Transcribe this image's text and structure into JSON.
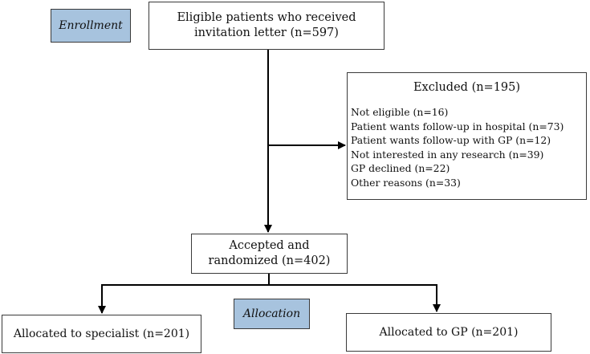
{
  "stages": {
    "enrollment": "Enrollment",
    "allocation": "Allocation"
  },
  "eligible": {
    "line1": "Eligible patients who received",
    "line2": "invitation letter (n=597)"
  },
  "excluded": {
    "title": "Excluded (n=195)",
    "reasons": [
      "Not eligible (n=16)",
      "Patient wants follow-up in hospital (n=73)",
      "Patient wants follow-up with GP (n=12)",
      "Not interested in any research (n=39)",
      "GP declined (n=22)",
      "Other reasons (n=33)"
    ]
  },
  "accepted": {
    "line1": "Accepted and",
    "line2": "randomized (n=402)"
  },
  "arms": {
    "specialist": "Allocated to specialist (n=201)",
    "gp": "Allocated to GP (n=201)"
  }
}
